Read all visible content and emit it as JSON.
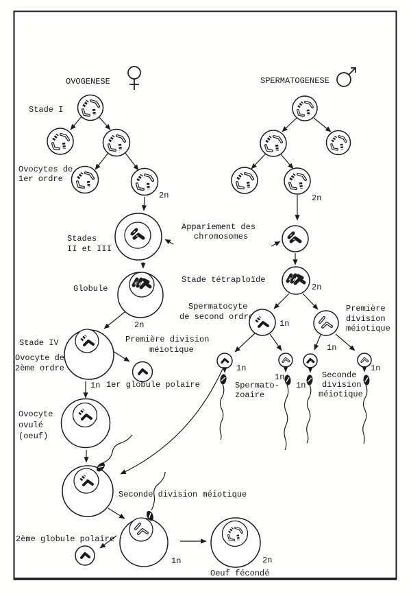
{
  "page": {
    "ink_color": "#1b1b1b",
    "paper_color": "#fefefc"
  },
  "ovogenese": {
    "title": "OVOGENESE",
    "sex_symbol": "female",
    "labels": {
      "stade_i": "Stade I",
      "ovocytes_1er": [
        "Ovocytes de",
        "1er ordre"
      ],
      "stades_ii_iii": [
        "Stades",
        "II et III"
      ],
      "appariement": [
        "Appariement des",
        "chromosomes"
      ],
      "globule": "Globule",
      "stade_iv": "Stade IV",
      "ovocyte_2eme": [
        "Ovocyte de",
        "2ème ordre"
      ],
      "premiere_division": [
        "Première division",
        "méiotique"
      ],
      "globule_polaire_1": "1er globule polaire",
      "ovocyte_ovule": [
        "Ovocyte",
        "ovulé",
        "(oeuf)"
      ],
      "seconde_division": "Seconde division méiotique",
      "globule_polaire_2": "2ème globule polaire",
      "oeuf_feconde": "Oeuf fécondé"
    },
    "ploidy": {
      "ovocytes_1er": "2n",
      "globule": "2n",
      "apres_premiere_division": "1n",
      "oeuf": "1n",
      "oeuf_feconde": "2n"
    }
  },
  "spermatogenese": {
    "title": "SPERMATOGENESE",
    "sex_symbol": "male",
    "labels": {
      "stade_tetraploide": "Stade tétraploïde",
      "spermatocyte": [
        "Spermatocyte",
        "de second ordre"
      ],
      "premiere_division": [
        "Première",
        "division",
        "méiotique"
      ],
      "spermatozoaire": [
        "Spermato-",
        "zoaire"
      ],
      "seconde_division": [
        "Seconde",
        "division",
        "méiotique"
      ]
    },
    "ploidy": {
      "spermatogonies": "2n",
      "tetraploide": "2n",
      "spermatocyte_ii": "1n",
      "entre_divisions": "1n",
      "spermatide_a": "1n",
      "spermatide_b": "1n",
      "spermatide_c": "1n",
      "spermatide_d": "1n"
    }
  }
}
